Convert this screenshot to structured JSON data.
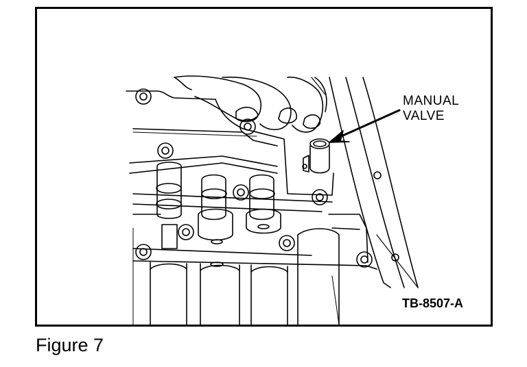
{
  "figure": {
    "callout_line1": "MANUAL",
    "callout_line2": "VALVE",
    "drawing_code": "TB-8507-A",
    "caption": "Figure 7"
  },
  "colors": {
    "ink": "#000000",
    "paper": "#ffffff"
  }
}
